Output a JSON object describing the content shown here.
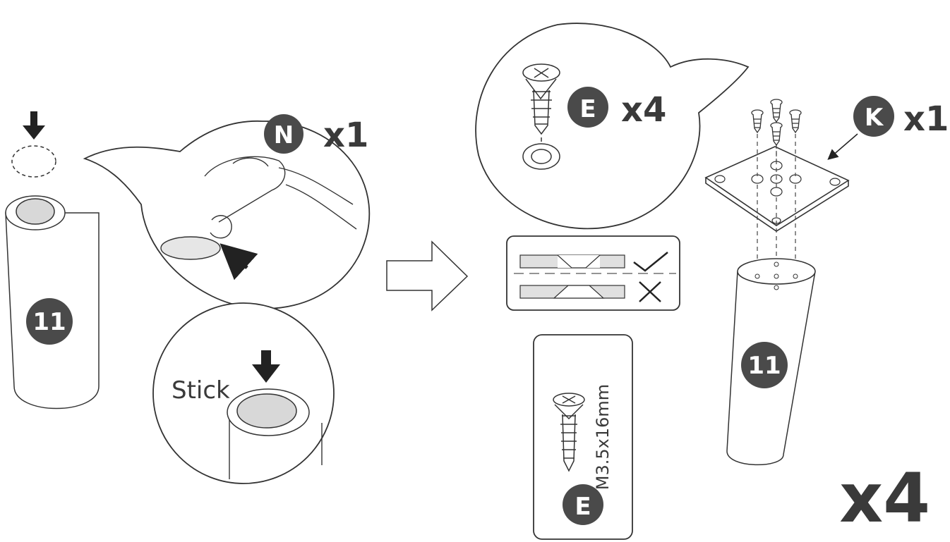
{
  "left_panel": {
    "part_number": "11",
    "detail_part_letter": "N",
    "detail_part_count": "x1",
    "stick_label": "Stick"
  },
  "right_panel": {
    "screw_callout_letter": "E",
    "screw_callout_count": "x4",
    "plate_letter": "K",
    "plate_count": "x1",
    "part_number": "11",
    "screw_spec": "M3.5x16mm",
    "screw_box_letter": "E",
    "repeat_count": "x4"
  },
  "colors": {
    "badge": "#4a4a4a",
    "stroke": "#2a2a2a",
    "pad_fill": "#d8d8d8",
    "strip_fill": "#e0e0e0"
  }
}
